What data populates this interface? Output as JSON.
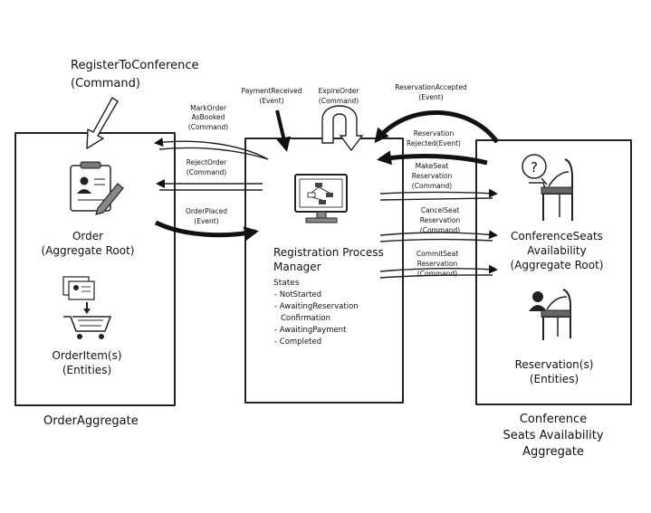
{
  "command": {
    "name": "RegisterToConference",
    "type": "(Command)"
  },
  "order_aggregate": {
    "title": "OrderAggregate",
    "order": {
      "name": "Order",
      "role": "(Aggregate Root)"
    },
    "order_item": {
      "name": "OrderItem(s)",
      "role": "(Entities)"
    }
  },
  "process_manager": {
    "title_line1": "Registration Process",
    "title_line2": "Manager",
    "states_label": "States",
    "states": [
      "- NotStarted",
      "- AwaitingReservation",
      "Confirmation",
      "- AwaitingPayment",
      "- Completed"
    ]
  },
  "seats_aggregate": {
    "title_line1": "Conference",
    "title_line2": "Seats Availability",
    "title_line3": "Aggregate",
    "conference_seats": {
      "line1": "ConferenceSeats",
      "line2": "Availability",
      "line3": "(Aggregate Root)"
    },
    "reservation": {
      "name": "Reservation(s)",
      "role": "(Entities)"
    }
  },
  "left_messages": {
    "mark_order": [
      "MarkOrder",
      "AsBooked",
      "(Command)"
    ],
    "reject_order": [
      "RejectOrder",
      "(Command)"
    ],
    "order_placed": [
      "OrderPlaced",
      "(Event)"
    ]
  },
  "top_messages": {
    "payment_received": [
      "PaymentReceived",
      "(Event)"
    ],
    "expire_order": [
      "ExpireOrder",
      "(Command)"
    ],
    "reservation_accepted": [
      "ReservationAccepted",
      "(Event)"
    ]
  },
  "right_messages": {
    "reservation_rejected": [
      "Reservation",
      "Rejected(Event)"
    ],
    "make_seat": [
      "MakeSeat",
      "Reservation",
      "(Command)"
    ],
    "cancel_seat": [
      "CancelSeat",
      "Reservation",
      "(Command)"
    ],
    "commit_seat": [
      "CommitSeat",
      "Reservation",
      "(Command)"
    ]
  },
  "icons": [
    "clipboard-pencil-icon",
    "shopping-cart-icon",
    "computer-monitor-icon",
    "chair-question-icon",
    "chair-person-icon"
  ]
}
